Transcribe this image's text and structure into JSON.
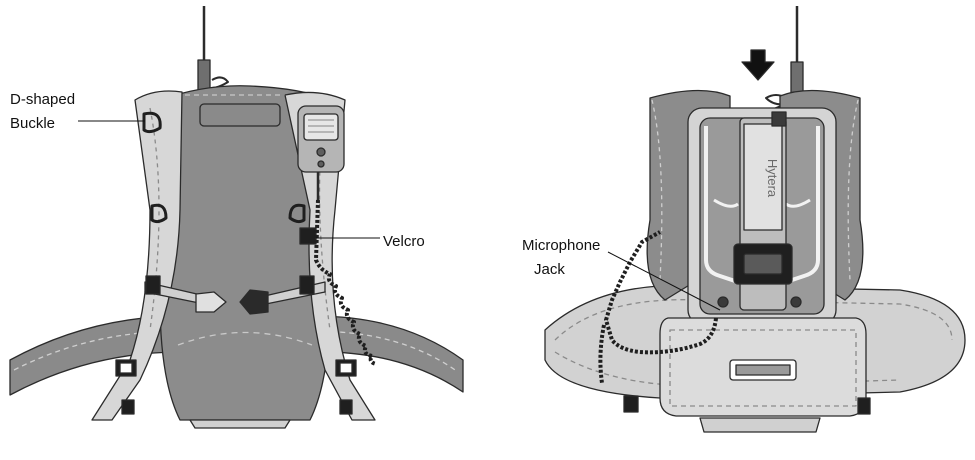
{
  "callouts": {
    "d_buckle_line1": "D-shaped",
    "d_buckle_line2": "Buckle",
    "velcro": "Velcro",
    "mic_jack_line1": "Microphone",
    "mic_jack_line2": "Jack"
  },
  "brand_text": "Hytera",
  "colors": {
    "pack_body": "#8c8c8c",
    "pack_light": "#d7d7d7",
    "outline": "#2b2b2b",
    "dark": "#1f1f1f"
  },
  "icons": [
    "push-down-arrow-icon"
  ]
}
